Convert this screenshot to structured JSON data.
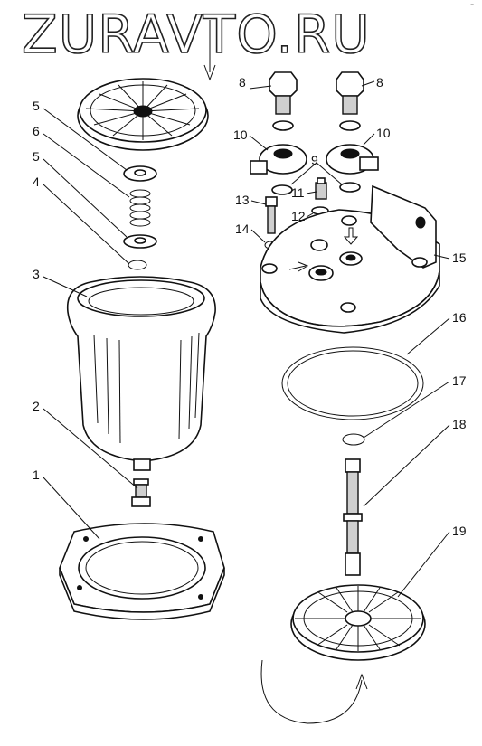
{
  "watermark": "ZURAVTO.RU",
  "callouts": {
    "c1": "1",
    "c2": "2",
    "c3": "3",
    "c4": "4",
    "c5a": "5",
    "c5b": "5",
    "c6": "6",
    "c8a": "8",
    "c8b": "8",
    "c9": "9",
    "c10a": "10",
    "c10b": "10",
    "c11": "11",
    "c12": "12",
    "c13": "13",
    "c14": "14",
    "c15": "15",
    "c16": "16",
    "c17": "17",
    "c18": "18",
    "c19": "19"
  }
}
